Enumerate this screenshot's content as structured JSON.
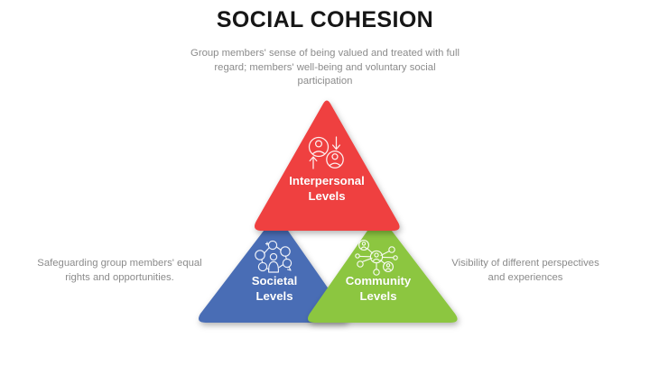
{
  "page": {
    "title": "SOCIAL COHESION",
    "background_color": "#ffffff"
  },
  "captions": {
    "top": "Group members' sense of being valued and treated with full regard; members' well-being and voluntary social participation",
    "left": "Safeguarding group members' equal rights and opportunities.",
    "right": "Visibility of different perspectives and experiences"
  },
  "diagram": {
    "type": "triangle-venn",
    "segments": [
      {
        "id": "interpersonal",
        "label_line1": "Interpersonal",
        "label_line2": "Levels",
        "color": "#EF4040",
        "icon": "two-people-exchange-icon",
        "position": "top",
        "caption_ref": "top"
      },
      {
        "id": "societal",
        "label_line1": "Societal",
        "label_line2": "Levels",
        "color": "#4A6DB5",
        "icon": "person-network-nodes-icon",
        "position": "bottom-left",
        "caption_ref": "left"
      },
      {
        "id": "community",
        "label_line1": "Community",
        "label_line2": "Levels",
        "color": "#8CC63F",
        "icon": "community-hub-network-icon",
        "position": "bottom-right",
        "caption_ref": "right"
      }
    ]
  }
}
